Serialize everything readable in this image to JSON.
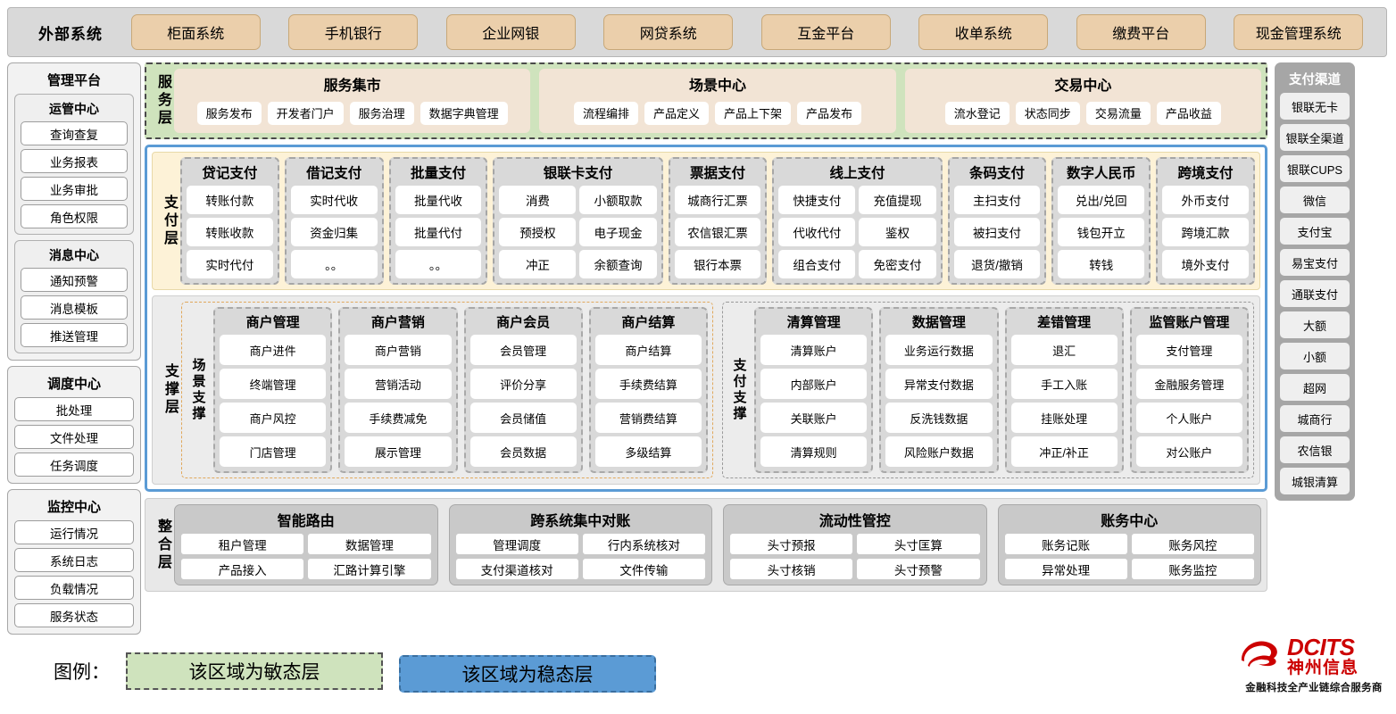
{
  "external": {
    "title": "外部系统",
    "items": [
      "柜面系统",
      "手机银行",
      "企业网银",
      "网贷系统",
      "互金平台",
      "收单系统",
      "缴费平台",
      "现金管理系统"
    ]
  },
  "management": {
    "title": "管理平台",
    "groups": [
      {
        "title": "运管中心",
        "items": [
          "查询查复",
          "业务报表",
          "业务审批",
          "角色权限"
        ]
      },
      {
        "title": "消息中心",
        "items": [
          "通知预警",
          "消息模板",
          "推送管理"
        ]
      }
    ],
    "standalone": [
      {
        "title": "调度中心",
        "items": [
          "批处理",
          "文件处理",
          "任务调度"
        ]
      },
      {
        "title": "监控中心",
        "items": [
          "运行情况",
          "系统日志",
          "负载情况",
          "服务状态"
        ]
      }
    ]
  },
  "service_layer": {
    "label": "服务层",
    "groups": [
      {
        "title": "服务集市",
        "items": [
          "服务发布",
          "开发者门户",
          "服务治理",
          "数据字典管理"
        ]
      },
      {
        "title": "场景中心",
        "items": [
          "流程编排",
          "产品定义",
          "产品上下架",
          "产品发布"
        ]
      },
      {
        "title": "交易中心",
        "items": [
          "流水登记",
          "状态同步",
          "交易流量",
          "产品收益"
        ]
      }
    ]
  },
  "payment_layer": {
    "label": "支付层",
    "groups": [
      {
        "title": "贷记支付",
        "cols": 1,
        "items": [
          "转账付款",
          "转账收款",
          "实时代付"
        ]
      },
      {
        "title": "借记支付",
        "cols": 1,
        "items": [
          "实时代收",
          "资金归集",
          "。。"
        ]
      },
      {
        "title": "批量支付",
        "cols": 1,
        "items": [
          "批量代收",
          "批量代付",
          "。。"
        ]
      },
      {
        "title": "银联卡支付",
        "cols": 2,
        "items": [
          "消费",
          "小额取款",
          "预授权",
          "电子现金",
          "冲正",
          "余额查询"
        ]
      },
      {
        "title": "票据支付",
        "cols": 1,
        "items": [
          "城商行汇票",
          "农信银汇票",
          "银行本票"
        ]
      },
      {
        "title": "线上支付",
        "cols": 2,
        "items": [
          "快捷支付",
          "充值提现",
          "代收代付",
          "鉴权",
          "组合支付",
          "免密支付"
        ]
      },
      {
        "title": "条码支付",
        "cols": 1,
        "items": [
          "主扫支付",
          "被扫支付",
          "退货/撤销"
        ]
      },
      {
        "title": "数字人民币",
        "cols": 1,
        "items": [
          "兑出/兑回",
          "钱包开立",
          "转钱"
        ]
      },
      {
        "title": "跨境支付",
        "cols": 1,
        "items": [
          "外币支付",
          "跨境汇款",
          "境外支付"
        ]
      }
    ]
  },
  "support_layer": {
    "label": "支撑层",
    "panels": [
      {
        "label": "场景支撑",
        "groups": [
          {
            "title": "商户管理",
            "items": [
              "商户进件",
              "终端管理",
              "商户风控",
              "门店管理"
            ]
          },
          {
            "title": "商户营销",
            "items": [
              "商户营销",
              "营销活动",
              "手续费减免",
              "展示管理"
            ]
          },
          {
            "title": "商户会员",
            "items": [
              "会员管理",
              "评价分享",
              "会员储值",
              "会员数据"
            ]
          },
          {
            "title": "商户结算",
            "items": [
              "商户结算",
              "手续费结算",
              "营销费结算",
              "多级结算"
            ]
          }
        ]
      },
      {
        "label": "支付支撑",
        "groups": [
          {
            "title": "清算管理",
            "items": [
              "清算账户",
              "内部账户",
              "关联账户",
              "清算规则"
            ]
          },
          {
            "title": "数据管理",
            "items": [
              "业务运行数据",
              "异常支付数据",
              "反洗钱数据",
              "风险账户数据"
            ]
          },
          {
            "title": "差错管理",
            "items": [
              "退汇",
              "手工入账",
              "挂账处理",
              "冲正/补正"
            ]
          },
          {
            "title": "监管账户管理",
            "items": [
              "支付管理",
              "金融服务管理",
              "个人账户",
              "对公账户"
            ]
          }
        ]
      }
    ]
  },
  "integration_layer": {
    "label": "整合层",
    "groups": [
      {
        "title": "智能路由",
        "items": [
          "租户管理",
          "数据管理",
          "产品接入",
          "汇路计算引擎"
        ]
      },
      {
        "title": "跨系统集中对账",
        "items": [
          "管理调度",
          "行内系统核对",
          "支付渠道核对",
          "文件传输"
        ]
      },
      {
        "title": "流动性管控",
        "items": [
          "头寸预报",
          "头寸匡算",
          "头寸核销",
          "头寸预警"
        ]
      },
      {
        "title": "账务中心",
        "items": [
          "账务记账",
          "账务风控",
          "异常处理",
          "账务监控"
        ]
      }
    ]
  },
  "channels": {
    "title": "支付渠道",
    "items": [
      "银联无卡",
      "银联全渠道",
      "银联CUPS",
      "微信",
      "支付宝",
      "易宝支付",
      "通联支付",
      "大额",
      "小额",
      "超网",
      "城商行",
      "农信银",
      "城银清算"
    ]
  },
  "legend": {
    "label": "图例：",
    "agile": "该区域为敏态层",
    "stable": "该区域为稳态层",
    "agile_color": "#cfe3bd",
    "stable_color": "#5b9bd5"
  },
  "logo": {
    "en": "DCITS",
    "cn": "神州信息",
    "tagline": "金融科技全产业链综合服务商",
    "color": "#cc0000"
  }
}
